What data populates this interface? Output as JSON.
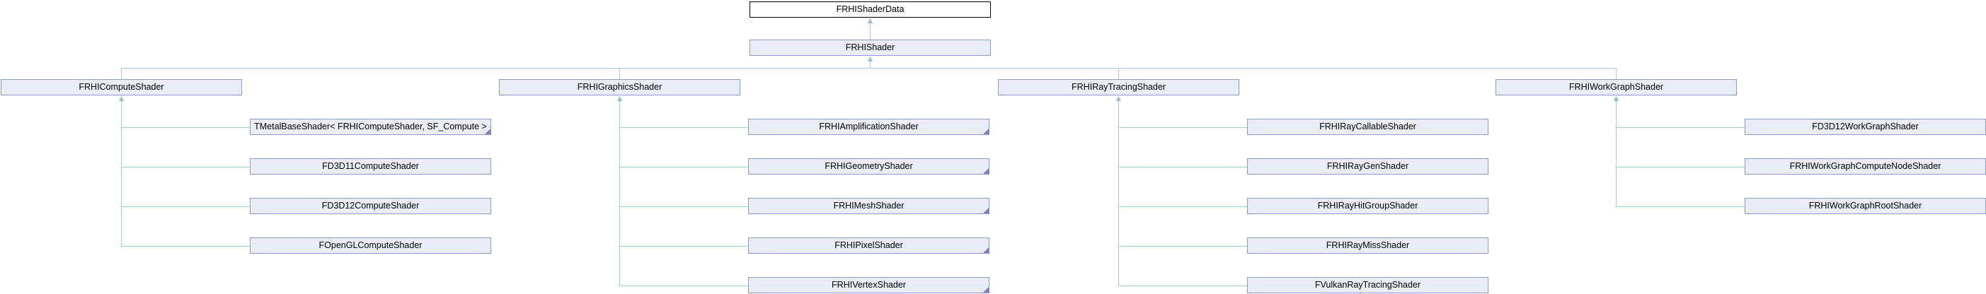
{
  "diagram": {
    "root": {
      "label": "FRHIShaderData"
    },
    "base": {
      "label": "FRHIShader"
    },
    "groups": [
      {
        "parent": {
          "label": "FRHIComputeShader"
        },
        "children": [
          {
            "label": "TMetalBaseShader< FRHIComputeShader, SF_Compute >",
            "truncated": true
          },
          {
            "label": "FD3D11ComputeShader",
            "truncated": false
          },
          {
            "label": "FD3D12ComputeShader",
            "truncated": false
          },
          {
            "label": "FOpenGLComputeShader",
            "truncated": false
          }
        ]
      },
      {
        "parent": {
          "label": "FRHIGraphicsShader"
        },
        "children": [
          {
            "label": "FRHIAmplificationShader",
            "truncated": true
          },
          {
            "label": "FRHIGeometryShader",
            "truncated": true
          },
          {
            "label": "FRHIMeshShader",
            "truncated": true
          },
          {
            "label": "FRHIPixelShader",
            "truncated": true
          },
          {
            "label": "FRHIVertexShader",
            "truncated": true
          }
        ]
      },
      {
        "parent": {
          "label": "FRHIRayTracingShader"
        },
        "children": [
          {
            "label": "FRHIRayCallableShader",
            "truncated": false
          },
          {
            "label": "FRHIRayGenShader",
            "truncated": false
          },
          {
            "label": "FRHIRayHitGroupShader",
            "truncated": false
          },
          {
            "label": "FRHIRayMissShader",
            "truncated": false
          },
          {
            "label": "FVulkanRayTracingShader",
            "truncated": false
          }
        ]
      },
      {
        "parent": {
          "label": "FRHIWorkGraphShader"
        },
        "children": [
          {
            "label": "FD3D12WorkGraphShader",
            "truncated": false
          },
          {
            "label": "FRHIWorkGraphComputeNodeShader",
            "truncated": false
          },
          {
            "label": "FRHIWorkGraphRootShader",
            "truncated": false
          }
        ]
      }
    ],
    "colors": {
      "background": "#ffffff",
      "node_fill": "#e8edf7",
      "node_border": "#8d9bc5",
      "root_fill": "#ffffff",
      "root_border": "#000000",
      "text": "#000000",
      "edge": "#a5cce3",
      "edge_arrow": "#8fbfd9",
      "fold": "#7286bd"
    }
  }
}
